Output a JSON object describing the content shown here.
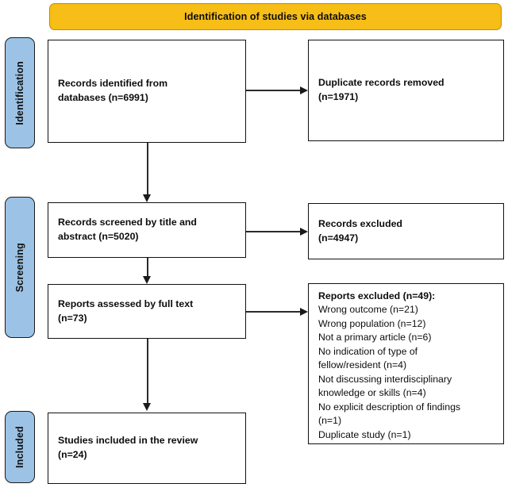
{
  "banner": {
    "title": "Identification of studies via databases"
  },
  "colors": {
    "banner_fill": "#F7BE17",
    "banner_border": "#C08A06",
    "stage_fill": "#9CC3E5",
    "box_border": "#111111",
    "connector": "#2b2b2b",
    "background": "#FFFFFF"
  },
  "stages": [
    {
      "id": "identification",
      "label": "Identification"
    },
    {
      "id": "screening",
      "label": "Screening"
    },
    {
      "id": "included",
      "label": "Included"
    }
  ],
  "boxes": {
    "identified": {
      "text": "Records identified from\ndatabases (n=6991)",
      "count": 6991
    },
    "duplicates": {
      "text": "Duplicate records removed\n(n=1971)",
      "count": 1971
    },
    "screened": {
      "text": "Records screened by title and\nabstract (n=5020)",
      "count": 5020
    },
    "excluded": {
      "text": "Records excluded\n(n=4947)",
      "count": 4947
    },
    "assessed": {
      "text": "Reports assessed by full text\n(n=73)",
      "count": 73
    },
    "reports_excluded": {
      "title": "Reports excluded (n=49):",
      "count": 49,
      "reasons": [
        {
          "label": "Wrong outcome (n=21)",
          "count": 21
        },
        {
          "label": "Wrong population (n=12)",
          "count": 12
        },
        {
          "label": "Not a primary article (n=6)",
          "count": 6
        },
        {
          "label": "No indication of type of\nfellow/resident (n=4)",
          "count": 4
        },
        {
          "label": "Not discussing interdisciplinary\nknowledge or skills (n=4)",
          "count": 4
        },
        {
          "label": "No explicit description of findings\n(n=1)",
          "count": 1
        },
        {
          "label": "Duplicate study (n=1)",
          "count": 1
        }
      ]
    },
    "included": {
      "text": "Studies included in the review\n(n=24)",
      "count": 24
    }
  },
  "chart_data": {
    "type": "diagram",
    "title": "Identification of studies via databases",
    "diagram_kind": "PRISMA flow diagram",
    "nodes": [
      {
        "id": "identified",
        "stage": "Identification",
        "label": "Records identified from databases",
        "n": 6991
      },
      {
        "id": "duplicates",
        "stage": "Identification",
        "label": "Duplicate records removed",
        "n": 1971
      },
      {
        "id": "screened",
        "stage": "Screening",
        "label": "Records screened by title and abstract",
        "n": 5020
      },
      {
        "id": "excluded",
        "stage": "Screening",
        "label": "Records excluded",
        "n": 4947
      },
      {
        "id": "assessed",
        "stage": "Screening",
        "label": "Reports assessed by full text",
        "n": 73
      },
      {
        "id": "reports_excluded",
        "stage": "Screening",
        "label": "Reports excluded",
        "n": 49
      },
      {
        "id": "included",
        "stage": "Included",
        "label": "Studies included in the review",
        "n": 24
      }
    ],
    "edges": [
      {
        "from": "identified",
        "to": "duplicates",
        "direction": "right"
      },
      {
        "from": "identified",
        "to": "screened",
        "direction": "down"
      },
      {
        "from": "screened",
        "to": "excluded",
        "direction": "right"
      },
      {
        "from": "screened",
        "to": "assessed",
        "direction": "down"
      },
      {
        "from": "assessed",
        "to": "reports_excluded",
        "direction": "right"
      },
      {
        "from": "assessed",
        "to": "included",
        "direction": "down"
      }
    ],
    "exclusion_reasons": {
      "Wrong outcome": 21,
      "Wrong population": 12,
      "Not a primary article": 6,
      "No indication of type of fellow/resident": 4,
      "Not discussing interdisciplinary knowledge or skills": 4,
      "No explicit description of findings": 1,
      "Duplicate study": 1
    }
  }
}
